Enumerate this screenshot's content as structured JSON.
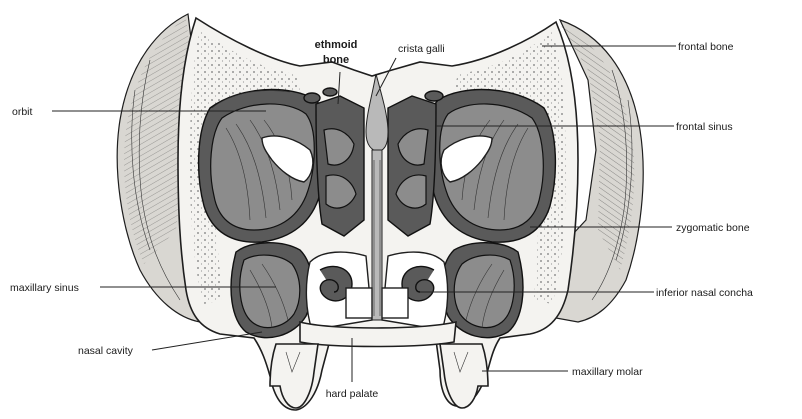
{
  "labels": {
    "orbit": "orbit",
    "ethmoid_line1": "ethmoid",
    "ethmoid_line2": "bone",
    "crista_galli": "crista galli",
    "frontal_bone": "frontal bone",
    "frontal_sinus": "frontal sinus",
    "zygomatic_bone": "zygomatic bone",
    "maxillary_sinus": "maxillary sinus",
    "inferior_nasal_concha": "inferior nasal concha",
    "nasal_cavity": "nasal cavity",
    "maxillary_molar": "maxillary molar",
    "hard_palate": "hard palate"
  }
}
